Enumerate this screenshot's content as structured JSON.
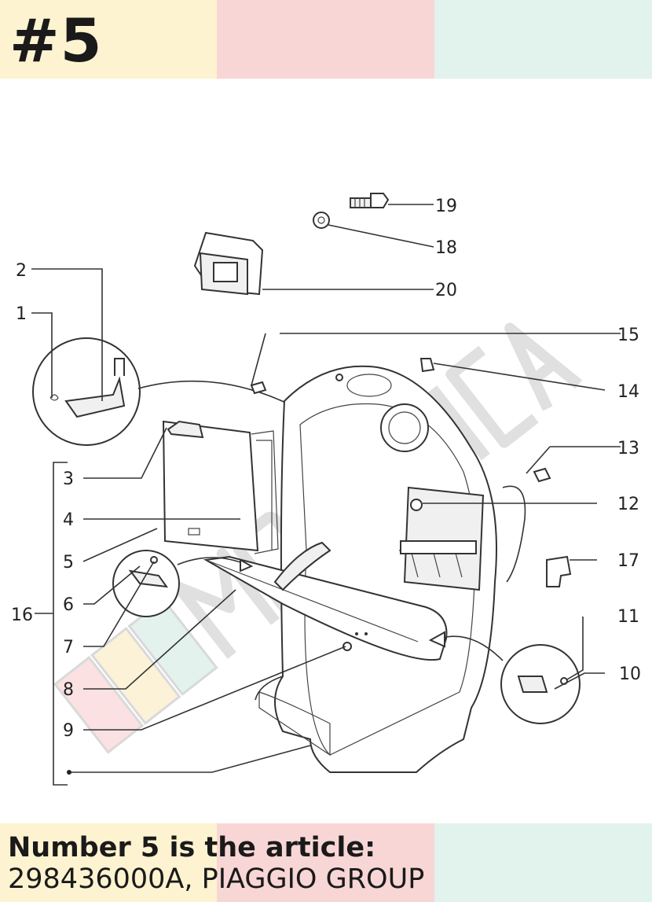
{
  "header": {
    "badge": "#5",
    "band_colors": [
      "#fdf3d0",
      "#f9d6d6",
      "#e2f2ec"
    ]
  },
  "watermark": {
    "text": "MOTORICAMBI",
    "colors": [
      "#f9c9c9",
      "#fbe8b8",
      "#cfe9df",
      "#e0e0e0"
    ]
  },
  "diagram": {
    "callouts": [
      "1",
      "2",
      "3",
      "4",
      "5",
      "6",
      "7",
      "8",
      "9",
      "10",
      "11",
      "12",
      "13",
      "14",
      "15",
      "16",
      "17",
      "18",
      "19",
      "20"
    ]
  },
  "caption": {
    "line1": "Number 5 is the article:",
    "line2": "298436000A, PIAGGIO GROUP"
  }
}
